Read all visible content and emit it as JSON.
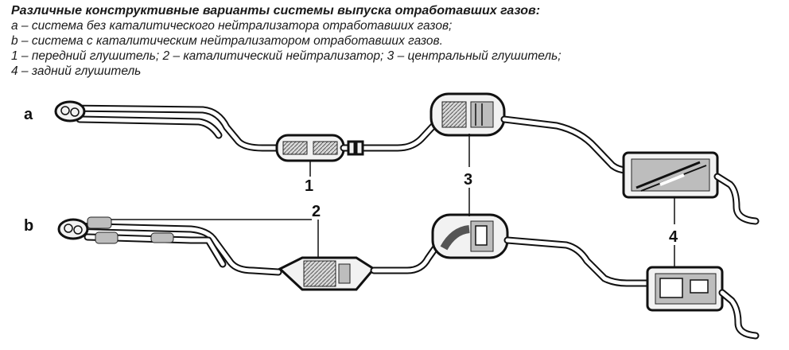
{
  "caption": {
    "title": "Различные конструктивные варианты системы выпуска отработавших газов:",
    "line_a": "a – система без каталитического нейтрализатора отработавших газов;",
    "line_b": "b – система с каталитическим нейтрализатором отработавших газов.",
    "line_parts": "1 – передний глушитель; 2  – каталитический нейтрализатор; 3 – центральный глушитель;",
    "line_4": "4 – задний глушитель"
  },
  "diagram": {
    "system_a_label": "a",
    "system_b_label": "b",
    "callouts": {
      "front_muffler": "1",
      "catalytic_converter": "2",
      "center_muffler": "3",
      "rear_muffler": "4"
    }
  }
}
